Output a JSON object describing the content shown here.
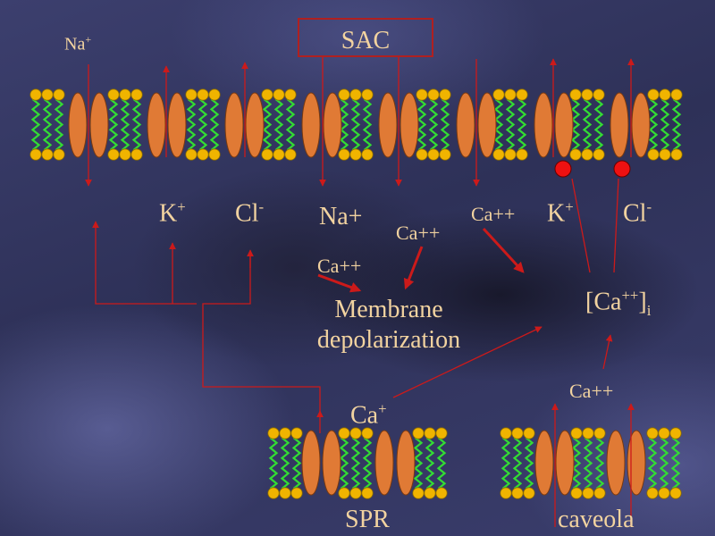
{
  "sac": "SAC",
  "ions": {
    "na_top": "Na",
    "na_top_sup": "+",
    "k_left": "K",
    "k_left_sup": "+",
    "cl_left": "Cl",
    "cl_left_sup": "-",
    "na_mid": "Na+",
    "ca_mid": "Ca++",
    "ca_right_top": "Ca++",
    "k_right": "K",
    "k_right_sup": "+",
    "cl_right": "Cl",
    "cl_right_sup": "-",
    "ca_left": "Ca++",
    "ca_i_base": "[Ca",
    "ca_i_sup": "++",
    "ca_i_close": "]",
    "ca_i_sub": "i",
    "ca_spr": "Ca",
    "ca_spr_sup": "+",
    "ca_caveola": "Ca++"
  },
  "membrane_depolarization": [
    "Membrane",
    "depolarization"
  ],
  "spr": "SPR",
  "caveola": "caveola",
  "colors": {
    "lipid_head": "#f0b400",
    "lipid_tail": "#33dd33",
    "protein": "#e07a35",
    "arrow": "#cc1a1a",
    "text": "#f2d3a0",
    "dot": "#ee1111"
  }
}
